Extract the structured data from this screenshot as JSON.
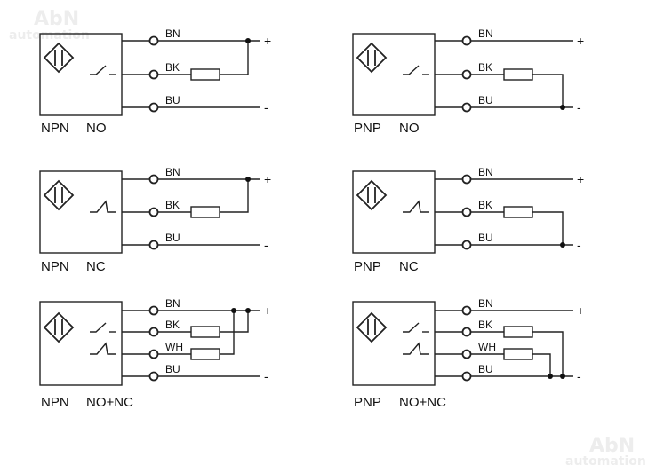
{
  "watermark": {
    "brand": "AbN",
    "sub": "automation"
  },
  "wire_labels": {
    "bn": "BN",
    "bk": "BK",
    "wh": "WH",
    "bu": "BU",
    "plus": "+",
    "minus": "-"
  },
  "diagrams": [
    {
      "type": "NPN",
      "contact": "NO"
    },
    {
      "type": "PNP",
      "contact": "NO"
    },
    {
      "type": "NPN",
      "contact": "NC"
    },
    {
      "type": "PNP",
      "contact": "NC"
    },
    {
      "type": "NPN",
      "contact": "NO+NC"
    },
    {
      "type": "PNP",
      "contact": "NO+NC"
    }
  ]
}
